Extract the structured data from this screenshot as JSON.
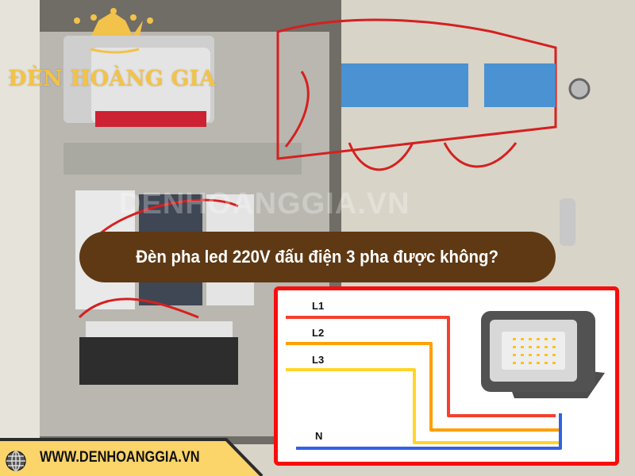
{
  "brand": {
    "logo_text": "ĐÈN HOÀNG GIA",
    "watermark": "DENHOANGGIA.VN"
  },
  "title": "Đèn pha led 220V đấu điện 3 pha được không?",
  "diagram": {
    "labels": {
      "l1": "L1",
      "l2": "L2",
      "l3": "L3",
      "n": "N"
    },
    "colors": {
      "l1": "#f4402f",
      "l2": "#ffa000",
      "l3": "#ffd52a",
      "n": "#2f63e6",
      "frame": "#f80d0d"
    }
  },
  "footer": {
    "website": "WWW.DENHOANGGIA.VN",
    "icon": "globe-icon",
    "color": "#fbd46a"
  }
}
